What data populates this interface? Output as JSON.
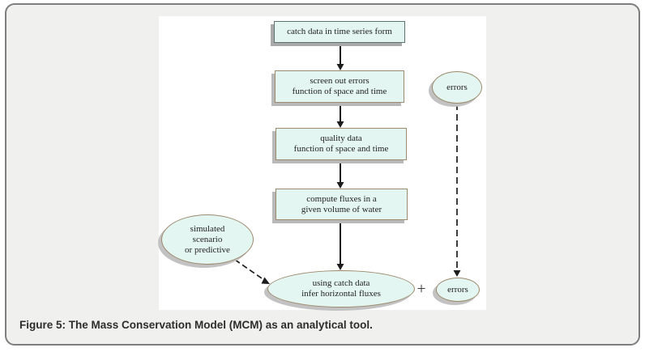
{
  "caption": "Figure 5: The Mass Conservation Model (MCM) as an analytical tool.",
  "diagram": {
    "box1": {
      "line1": "catch data in time series form"
    },
    "box2": {
      "line1": "screen out errors",
      "line2": "function of space and time"
    },
    "box3": {
      "line1": "quality data",
      "line2": "function of space and time"
    },
    "box4": {
      "line1": "compute fluxes in a",
      "line2": "given volume of water"
    },
    "sim_ellipse": {
      "line1": "simulated",
      "line2": "scenario",
      "line3": "or predictive"
    },
    "errors_top": {
      "label": "errors"
    },
    "errors_bottom": {
      "label": "errors"
    },
    "infer_ellipse": {
      "line1": "using catch data",
      "line2": "infer horizontal fluxes"
    },
    "plus_sign": "+"
  },
  "colors": {
    "node_fill": "#e4f6f1",
    "node_border_tan": "#9d8a6d",
    "node_border_slate": "#5f7272",
    "node_shadow": "#b9b9b9",
    "frame_background": "#f0f0ee",
    "frame_border": "#7e7e7e",
    "arrow": "#1c1c1c",
    "caption_text": "#2d2d2d"
  }
}
